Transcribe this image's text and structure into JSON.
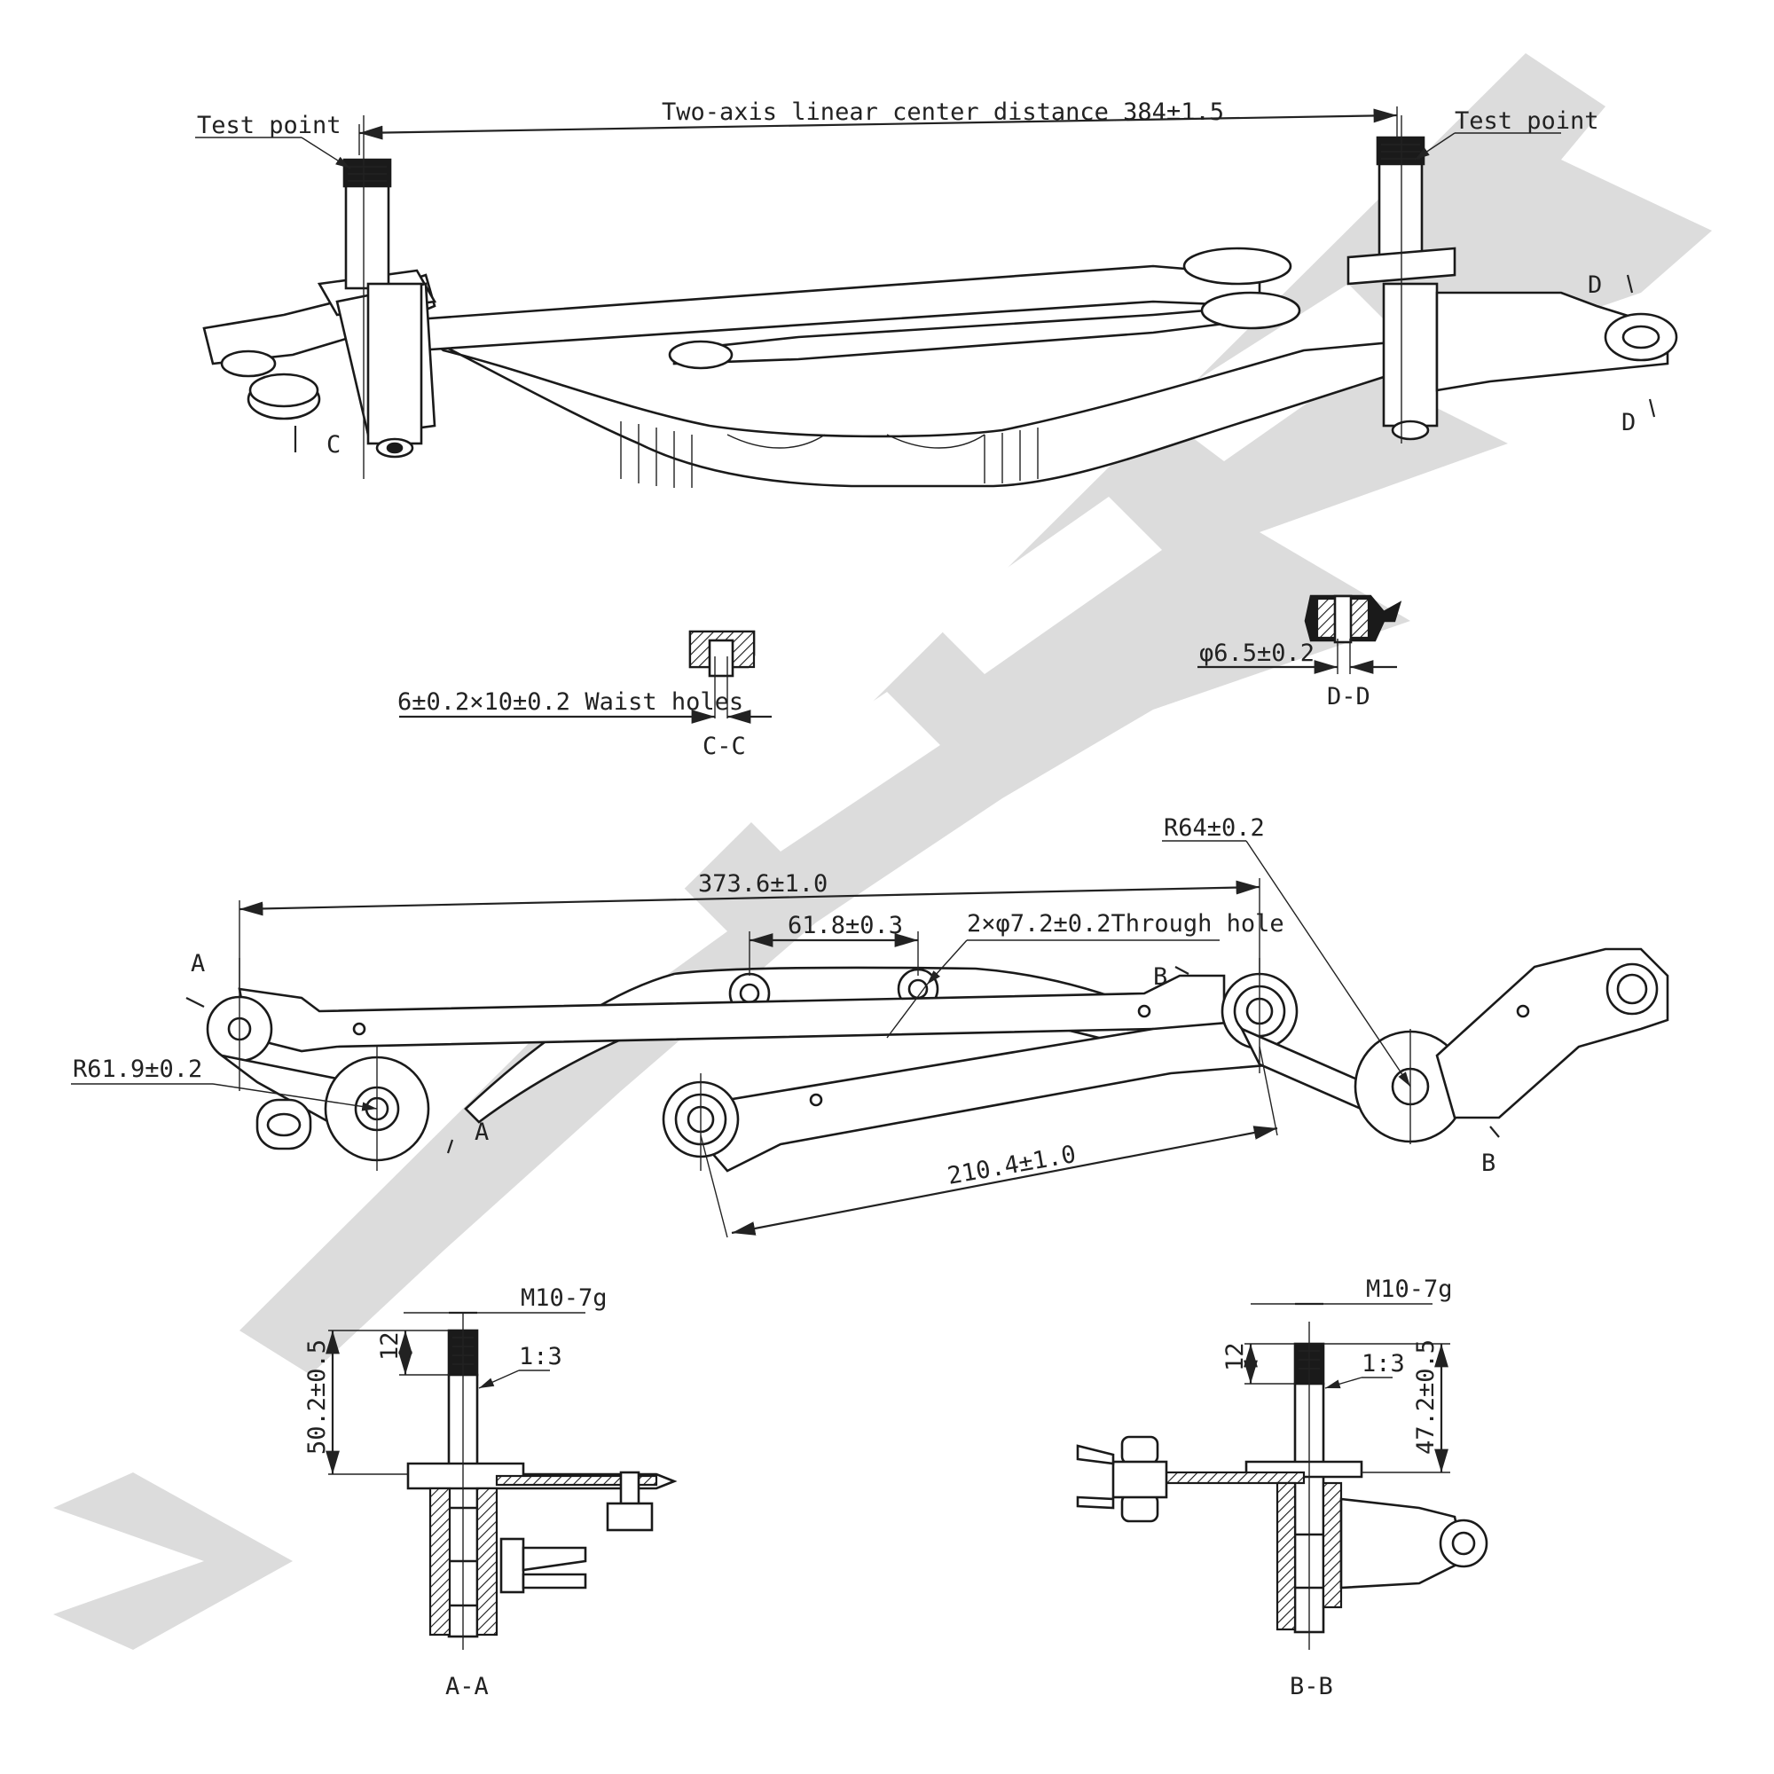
{
  "watermark": {
    "color": "#d9d9d9"
  },
  "top_view": {
    "test_point_left": "Test point",
    "test_point_right": "Test point",
    "center_distance": "Two-axis linear center distance 384±1.5",
    "marker_c": "C",
    "marker_d_top": "D",
    "marker_d_bottom": "D"
  },
  "sections": {
    "cc_note": "6±0.2×10±0.2 Waist holes",
    "cc_label": "C-C",
    "dd_note": "φ6.5±0.2",
    "dd_label": "D-D"
  },
  "plan_view": {
    "r64": "R64±0.2",
    "dim_373": "373.6±1.0",
    "dim_61": "61.8±0.3",
    "through_hole": "2×φ7.2±0.2Through hole",
    "r61": "R61.9±0.2",
    "dim_210": "210.4±1.0",
    "marker_a_top": "A",
    "marker_a_bottom": "A",
    "marker_b_top": "B",
    "marker_b_bottom": "B"
  },
  "section_aa": {
    "thread": "M10-7g",
    "dim_12": "12",
    "taper": "1:3",
    "dim_50": "50.2±0.5",
    "label": "A-A"
  },
  "section_bb": {
    "thread": "M10-7g",
    "dim_12": "12",
    "taper": "1:3",
    "dim_47": "47.2±0.5",
    "label": "B-B"
  }
}
